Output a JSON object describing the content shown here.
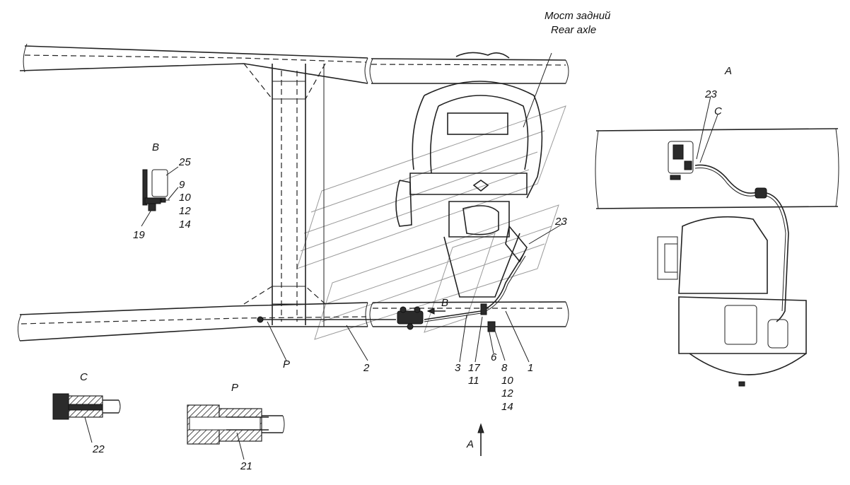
{
  "title_ru": "Мост задний",
  "title_en": "Rear axle",
  "views": {
    "A": "A",
    "B": "B",
    "C": "C",
    "P": "P",
    "arrow_A": "A",
    "arrow_B": "B"
  },
  "callouts": {
    "n1": "1",
    "n2": "2",
    "n3": "3",
    "n6": "6",
    "n8": "8",
    "n10": "10",
    "n11": "11",
    "n12": "12",
    "n14": "14",
    "n17": "17",
    "n19": "19",
    "n21": "21",
    "n22": "22",
    "n23": "23",
    "n25": "25",
    "n9": "9"
  },
  "detail_B_labels": [
    "25",
    "9",
    "10",
    "12",
    "14",
    "19"
  ],
  "detail_A_labels": [
    "23",
    "C"
  ]
}
